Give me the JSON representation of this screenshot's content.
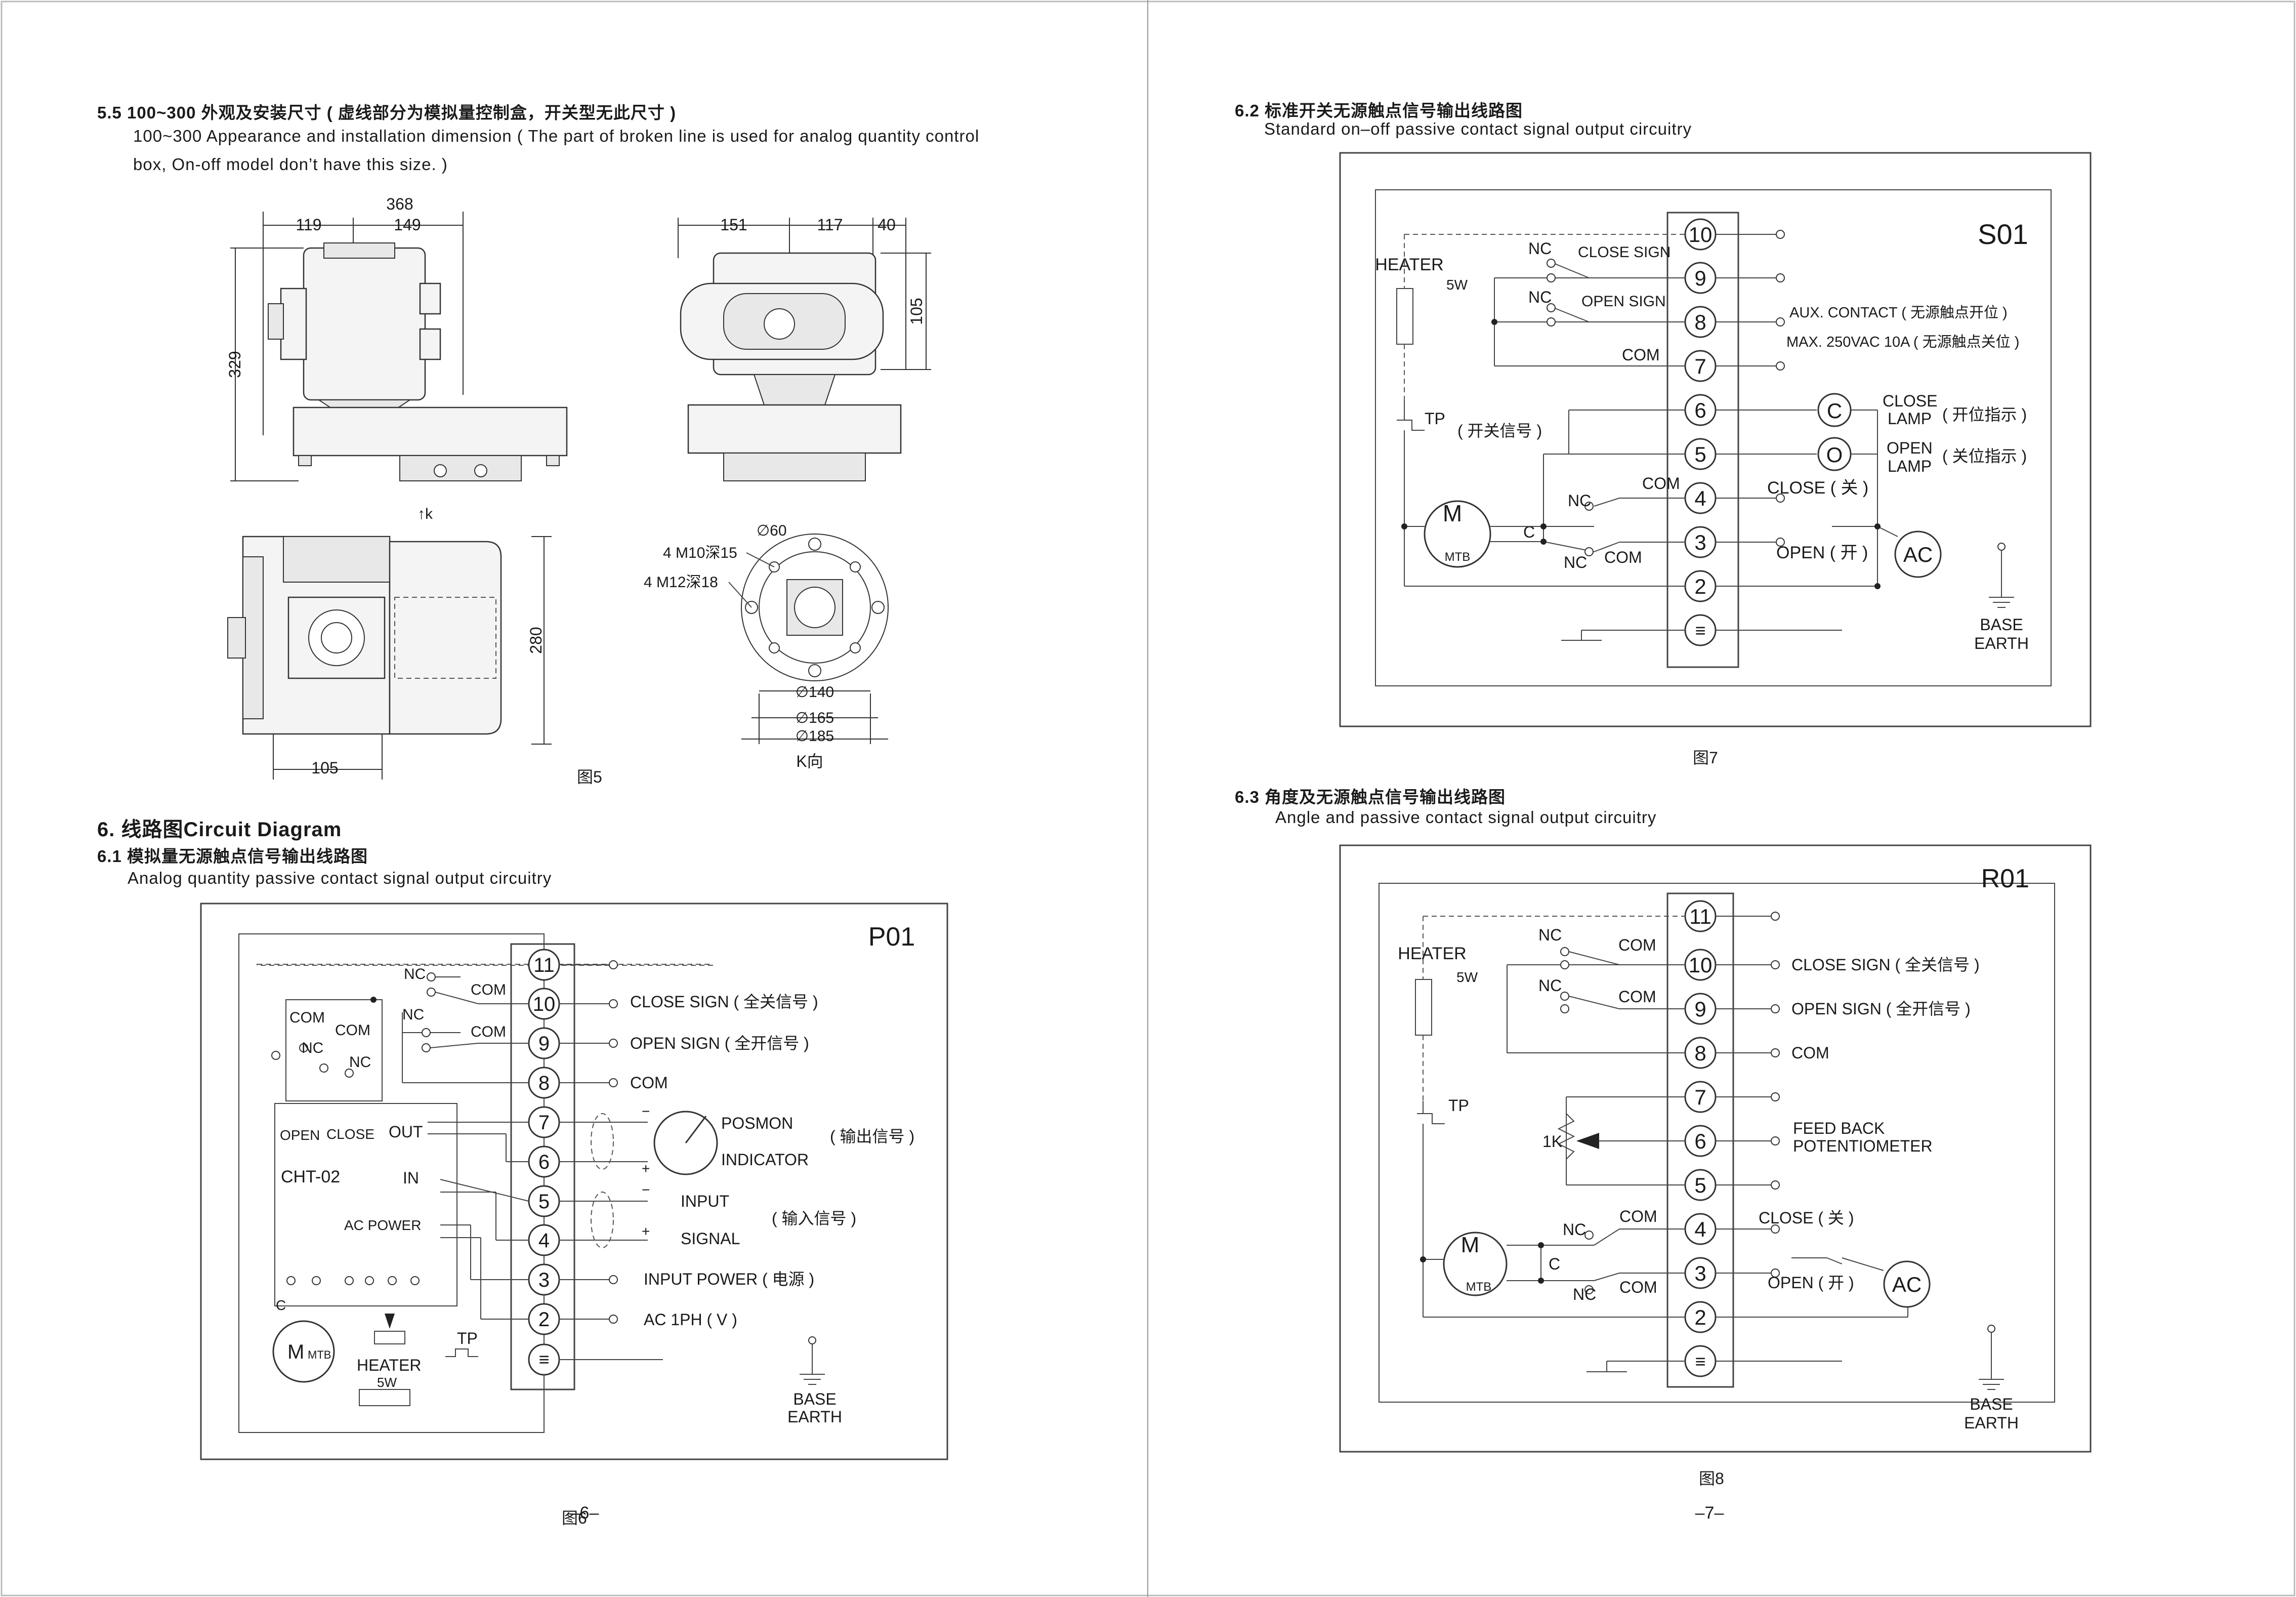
{
  "left": {
    "sec55_title": "5.5 100~300 外观及安装尺寸 ( 虚线部分为模拟量控制盒，开关型无此尺寸 )",
    "sec55_en1": "100~300 Appearance and installation dimension ( The part of broken line is used for analog quantity control",
    "sec55_en2": "box, On-off model don’t have this size. )",
    "dims": {
      "d368": "368",
      "d119": "119",
      "d149": "149",
      "d329": "329",
      "d151": "151",
      "d117": "117",
      "d40": "40",
      "d105a": "105",
      "k_arrow": "↑k",
      "phi60": "∅60",
      "m10": "4 M10深15",
      "m12": "4 M12深18",
      "d280": "280",
      "d105b": "105",
      "phi140": "∅140",
      "phi165": "∅165",
      "phi185": "∅185",
      "kdir": "K向"
    },
    "fig5": "图5",
    "sec6_title": "6. 线路图Circuit Diagram",
    "sec61_title": "6.1 模拟量无源触点信号输出线路图",
    "sec61_en": "Analog quantity passive contact signal output circuitry",
    "p01": {
      "label": "P01",
      "terminals": [
        "11",
        "10",
        "9",
        "8",
        "7",
        "6",
        "5",
        "4",
        "3",
        "2",
        "≡"
      ],
      "nc1": "NC",
      "com1": "COM",
      "nc2": "NC",
      "com2": "COM",
      "close_sign": "CLOSE SIGN ( 全关信号 )",
      "open_sign": "OPEN SIGN ( 全开信号 )",
      "com_t8": "COM",
      "lcom1": "COM",
      "lcom2": "COM",
      "lnc1": "NC",
      "lnc2": "NC",
      "open": "OPEN",
      "close": "CLOSE",
      "out": "OUT",
      "in": "IN",
      "cht": "CHT-02",
      "acpower": "AC POWER",
      "plus": "+",
      "minus": "−",
      "posmon": "POSMON",
      "indicator": "INDICATOR",
      "output_sig": "( 输出信号 )",
      "input": "INPUT",
      "signal": "SIGNAL",
      "input_sig": "( 输入信号 )",
      "input_power": "INPUT POWER ( 电源 )",
      "ac1ph": "AC 1PH ( V )",
      "tp": "TP",
      "c": "C",
      "m": "M",
      "mtb": "MTB",
      "heater": "HEATER",
      "w5": "5W",
      "base": "BASE",
      "earth": "EARTH"
    },
    "fig6": "图6",
    "pageno": "–6–"
  },
  "right": {
    "sec62_title": "6.2 标准开关无源触点信号输出线路图",
    "sec62_en": "Standard on–off passive contact signal output circuitry",
    "s01": {
      "label": "S01",
      "terminals": [
        "10",
        "9",
        "8",
        "7",
        "6",
        "5",
        "4",
        "3",
        "2",
        "≡"
      ],
      "heater": "HEATER",
      "w5": "5W",
      "nc_a": "NC",
      "close_sign": "CLOSE SIGN",
      "nc_b": "NC",
      "open_sign": "OPEN SIGN",
      "com": "COM",
      "aux": "AUX. CONTACT ( 无源触点开位 )",
      "max": "MAX. 250VAC 10A ( 无源触点关位 )",
      "tp": "TP",
      "switch_sig": "( 开关信号 )",
      "lamp_c": "C",
      "lamp_o": "O",
      "close_lamp1": "CLOSE",
      "close_lamp2": "LAMP",
      "close_ind": "( 开位指示 )",
      "open_lamp1": "OPEN",
      "open_lamp2": "LAMP",
      "open_ind": "( 关位指示 )",
      "com4": "COM",
      "nc4": "NC",
      "com3": "COM",
      "nc3": "NC",
      "m": "M",
      "mtb": "MTB",
      "c": "C",
      "close_k": "CLOSE ( 关 )",
      "open_k": "OPEN ( 开 )",
      "ac": "AC",
      "base": "BASE",
      "earth": "EARTH"
    },
    "fig7": "图7",
    "sec63_title": "6.3 角度及无源触点信号输出线路图",
    "sec63_en": "Angle and passive contact signal output circuitry",
    "r01": {
      "label": "R01",
      "terminals": [
        "11",
        "10",
        "9",
        "8",
        "7",
        "6",
        "5",
        "4",
        "3",
        "2",
        "≡"
      ],
      "heater": "HEATER",
      "w5": "5W",
      "nc_a": "NC",
      "com_a": "COM",
      "nc_b": "NC",
      "com_b": "COM",
      "close_sign": "CLOSE SIGN ( 全关信号 )",
      "open_sign": "OPEN SIGN ( 全开信号 )",
      "com8": "COM",
      "tp": "TP",
      "k1": "1K",
      "feedback1": "FEED BACK",
      "feedback2": "POTENTIOMETER",
      "nc4": "NC",
      "com4": "COM",
      "com3": "COM",
      "nc3": "NC",
      "m": "M",
      "mtb": "MTB",
      "c": "C",
      "close_k": "CLOSE ( 关 )",
      "open_k": "OPEN ( 开 )",
      "ac": "AC",
      "base": "BASE",
      "earth": "EARTH"
    },
    "fig8": "图8",
    "pageno": "–7–"
  }
}
